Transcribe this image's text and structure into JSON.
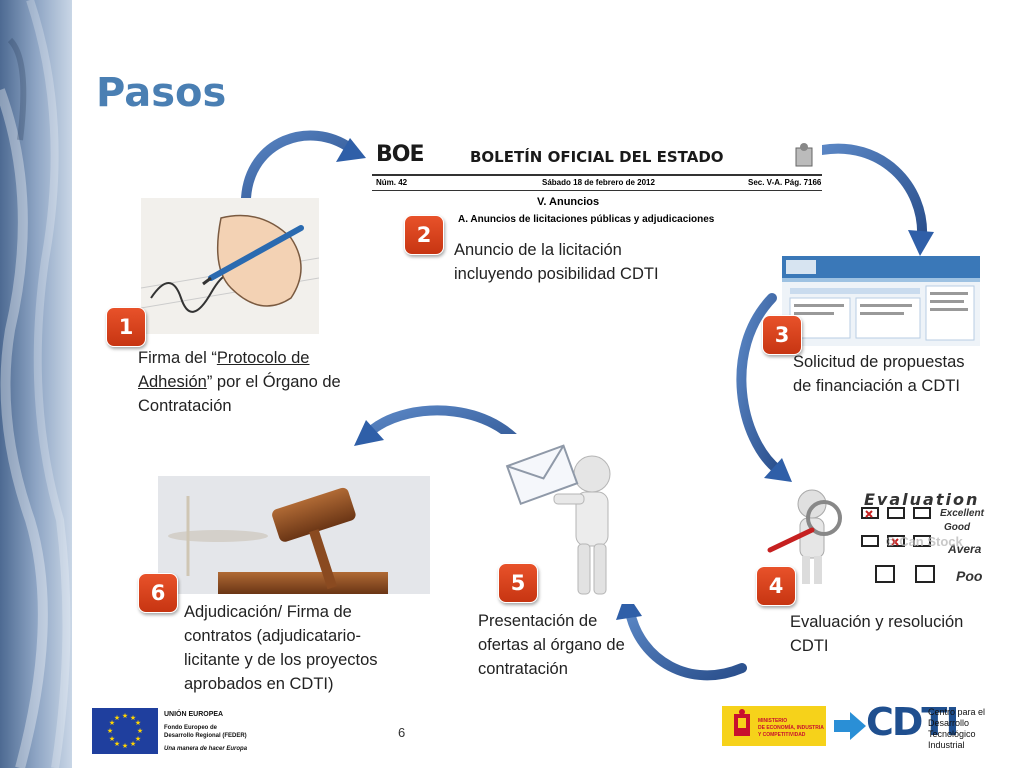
{
  "slide": {
    "title": "Pasos",
    "page_number": "6"
  },
  "steps": [
    {
      "number": "1",
      "text_before": "Firma del “",
      "text_link": "Protocolo de Adhesión",
      "text_after": "” por el Órgano de Contratación"
    },
    {
      "number": "2",
      "text": "Anuncio de la licitación incluyendo posibilidad CDTI"
    },
    {
      "number": "3",
      "text": "Solicitud de propuestas de financiación a CDTI"
    },
    {
      "number": "4",
      "text": "Evaluación y resolución CDTI"
    },
    {
      "number": "5",
      "text": "Presentación de ofertas al órgano de contratación"
    },
    {
      "number": "6",
      "text": "Adjudicación/ Firma de contratos (adjudicatario-licitante y de los proyectos aprobados en CDTI)"
    }
  ],
  "boe_image": {
    "logo": "BOE",
    "header": "BOLETÍN OFICIAL DEL ESTADO",
    "num": "Núm. 42",
    "date": "Sábado 18 de febrero de 2012",
    "sec": "Sec. V-A. Pág. 7166",
    "section": "V. Anuncios",
    "subsection": "A. Anuncios de licitaciones públicas y adjudicaciones"
  },
  "evaluation_image": {
    "heading": "Evaluation",
    "options": [
      "Excellent",
      "Good",
      "Avera",
      "Poo"
    ],
    "watermark": "© Can Stock"
  },
  "footer": {
    "eu_title": "UNIÓN EUROPEA",
    "eu_fund_line1": "Fondo Europeo de",
    "eu_fund_line2": "Desarrollo Regional (FEDER)",
    "eu_motto": "Una manera de hacer Europa",
    "ministry_line1": "MINISTERIO",
    "ministry_line2": "DE ECONOMÍA, INDUSTRIA",
    "ministry_line3": "Y COMPETITIVIDAD",
    "cdti_logo": "CDTI",
    "cdti_line1": "Centro para el",
    "cdti_line2": "Desarrollo",
    "cdti_line3": "Tecnológico",
    "cdti_line4": "Industrial"
  },
  "colors": {
    "title": "#4a7fb3",
    "badge": "#d9431c",
    "arrow": "#2f5fa8",
    "eu_blue": "#1f3f9e",
    "eu_star": "#ffd400"
  }
}
